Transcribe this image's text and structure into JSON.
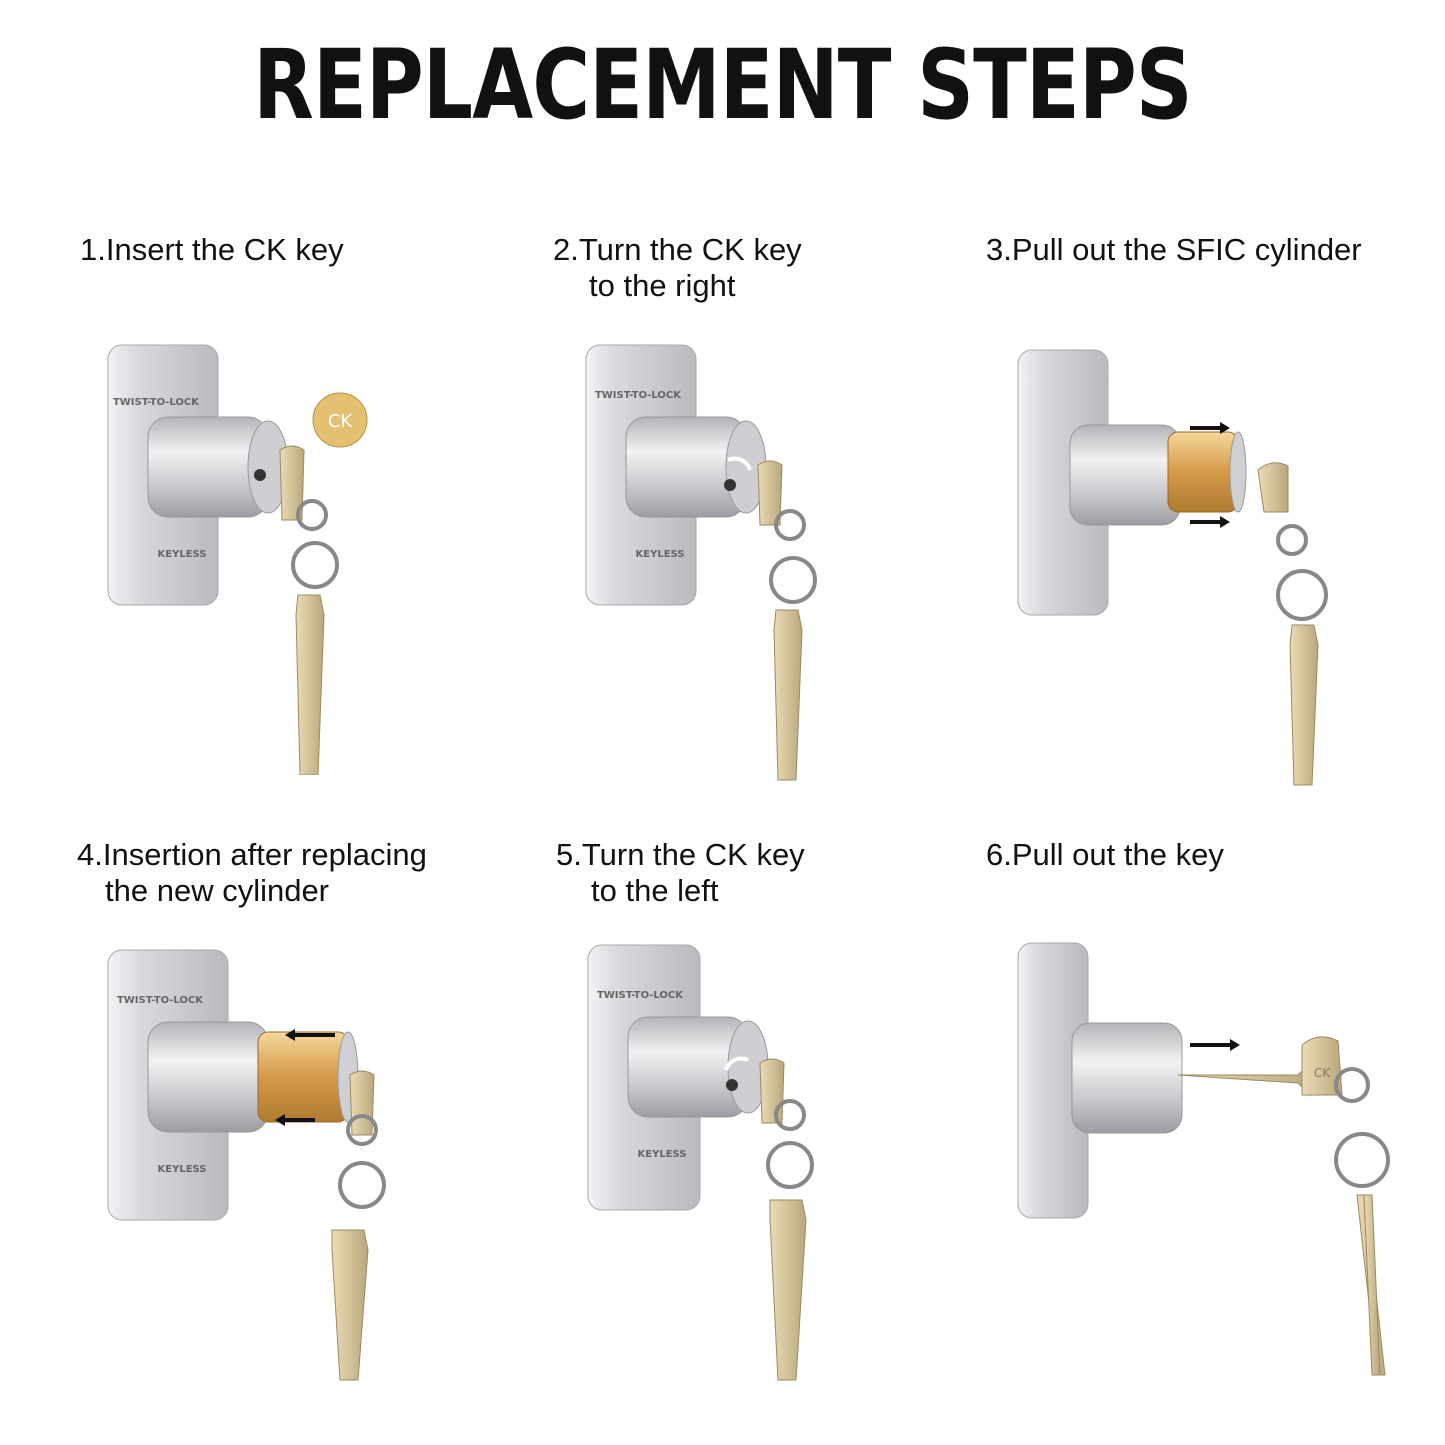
{
  "title": "REPLACEMENT STEPS",
  "colors": {
    "text": "#111111",
    "metal": "#c9c9cc",
    "brass": "#d8a659",
    "key": "#d9c79e"
  },
  "steps": [
    {
      "line1": "1.Insert the CK key",
      "line2": ""
    },
    {
      "line1": "2.Turn the CK key",
      "line2": "to the right"
    },
    {
      "line1": "3.Pull out the SFIC cylinder",
      "line2": ""
    },
    {
      "line1": "4.Insertion after replacing",
      "line2": "the new cylinder"
    },
    {
      "line1": "5.Turn the CK key",
      "line2": "to the left"
    },
    {
      "line1": "6.Pull out the key",
      "line2": ""
    }
  ],
  "lock_labels": {
    "top": "TWIST-TO-LOCK",
    "bottom": "KEYLESS",
    "key_mark": "CK"
  }
}
